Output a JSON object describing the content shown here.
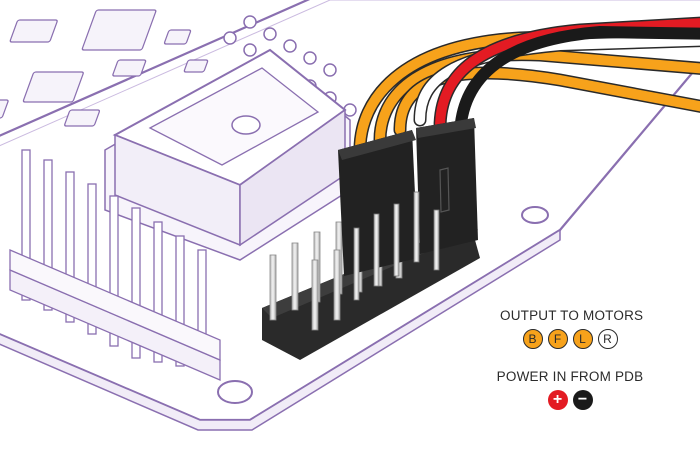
{
  "legend": {
    "motors": {
      "title": "OUTPUT TO MOTORS",
      "badges": [
        {
          "letter": "B",
          "color": "#f7a21b"
        },
        {
          "letter": "F",
          "color": "#f7a21b"
        },
        {
          "letter": "L",
          "color": "#f7a21b"
        },
        {
          "letter": "R",
          "color": "#ffffff"
        }
      ]
    },
    "power": {
      "title": "POWER IN FROM PDB",
      "badges": [
        {
          "symbol": "+",
          "color": "#e31b23"
        },
        {
          "symbol": "−",
          "color": "#1a1a1a"
        }
      ]
    }
  },
  "colors": {
    "board_outline": "#8a6fb0",
    "wire_orange": "#f7a21b",
    "wire_red": "#e31b23",
    "wire_black": "#1a1a1a",
    "wire_white": "#ffffff",
    "connector": "#2a2a2a",
    "pin": "#d9d9d9"
  }
}
